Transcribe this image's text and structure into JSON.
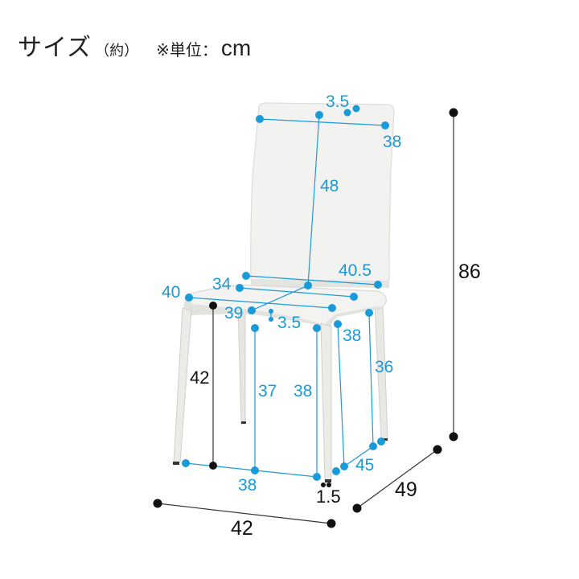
{
  "header": {
    "title": "サイズ",
    "approx": "（約）",
    "unit_label": "※単位：",
    "unit_value": "cm"
  },
  "colors": {
    "accent_blue": "#1a9ad8",
    "dimension_black": "#111111",
    "chair_white": "#f1f1ef",
    "chair_shadow": "#d9d9d6"
  },
  "dimensions": {
    "overall_height": "86",
    "overall_width": "42",
    "overall_depth": "49",
    "seat_height": "42",
    "back_top_width": "38",
    "back_thickness": "3.5",
    "back_height": "48",
    "back_bottom_width": "40.5",
    "seat_back_width": "34",
    "seat_front_width": "40",
    "seat_depth": "39",
    "seat_thickness": "3.5",
    "front_leg_gap": "38",
    "inner_leg_height": "37",
    "front_leg_height": "38",
    "side_leg_height": "38",
    "rear_leg_height": "36",
    "side_leg_span": "45",
    "leg_thickness": "1.5"
  }
}
